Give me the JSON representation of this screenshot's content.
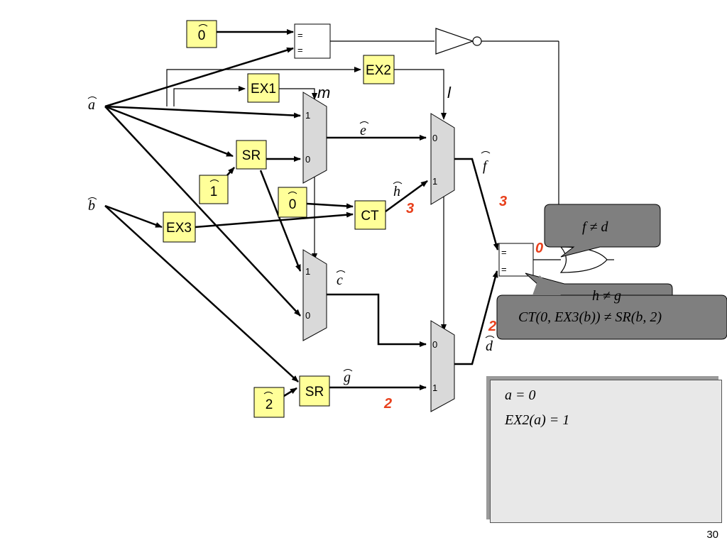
{
  "signals": {
    "a": "a",
    "b": "b",
    "e": "e",
    "f": "f",
    "h": "h",
    "c": "c",
    "d": "d",
    "g": "g",
    "m": "m",
    "l": "l"
  },
  "blocks": {
    "const_top": "0",
    "ex1": "EX1",
    "ex2": "EX2",
    "ex3": "EX3",
    "sr_upper": "SR",
    "sr_lower": "SR",
    "ct": "CT",
    "const_one": "1",
    "const_zero_ct": "0",
    "const_two": "2"
  },
  "mux_inputs": {
    "m1_in1": "1",
    "m1_in0": "0",
    "m2_in0": "0",
    "m2_in1": "1",
    "m3_in1": "1",
    "m3_in0": "0",
    "m4_in0": "0",
    "m4_in1": "1"
  },
  "annotations": {
    "h_val": "3",
    "f_val": "3",
    "cmp_val": "0",
    "d_val": "2",
    "g_val": "2"
  },
  "callouts": {
    "f_ne_d": "f ≠ d",
    "h_ne_g": "h ≠ g",
    "ct_ne_sr": "CT(0, EX3(b)) ≠ SR(b, 2)"
  },
  "info_box": {
    "line1": "a = 0",
    "line2": "EX2(a) = 1"
  },
  "slide_number": "30",
  "colors": {
    "block_fill": "#ffff99",
    "mux_fill": "#d9d9d9",
    "callout_fill": "#7f7f7f",
    "accent_red": "#e8401c"
  }
}
